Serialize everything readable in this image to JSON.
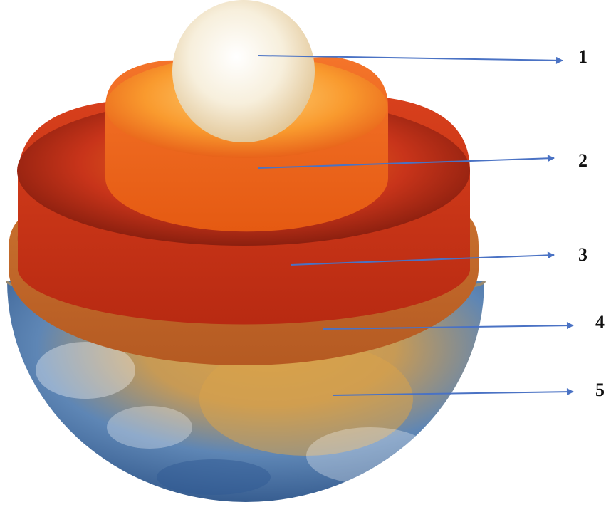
{
  "labels": [
    "1",
    "2",
    "3",
    "4",
    "5"
  ],
  "colors": {
    "arrow": "#4a72c4",
    "inner_core": "#f4ead6",
    "outer_core": "#f0721a",
    "lower_mantle": "#c8341a",
    "upper_mantle": "#c56a2c",
    "crust_ocean": "#3f6fa8",
    "crust_land": "#d9a24a"
  }
}
